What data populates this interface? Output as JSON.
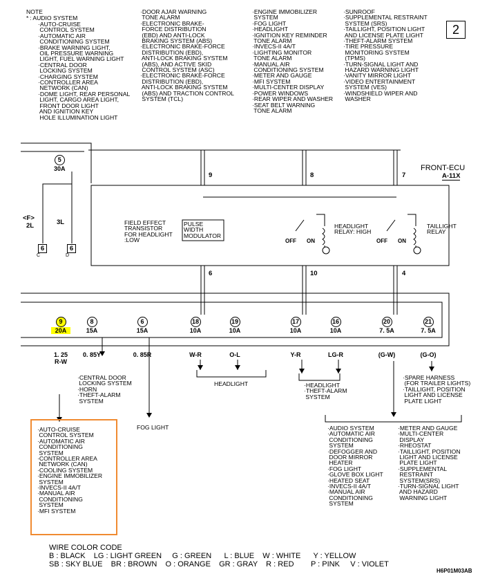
{
  "page_number": "2",
  "note": {
    "title": "NOTE",
    "star_line": "* : AUDIO SYSTEM",
    "col1": [
      "AUTO-CRUISE\nCONTROL SYSTEM",
      "AUTOMATIC AIR\nCONDITIONING SYSTEM",
      "BRAKE WARNING LIGHT,\nOIL PRESSURE WARNING\nLIGHT, FUEL WARNING LIGHT",
      "CENTRAL DOOR\nLOCKING SYSTEM",
      "CHARGING SYSTEM",
      "CONTROLLER AREA\nNETWORK (CAN)",
      "DOME LIGHT, REAR PERSONAL\nLIGHT, CARGO AREA LIGHT,\nFRONT DOOR LIGHT\nAND IGNITION KEY\nHOLE ILLUMINATION LIGHT"
    ],
    "col2": [
      "DOOR AJAR WARNING\nTONE ALARM",
      "ELECTRONIC BRAKE-\nFORCE DISTRIBUTION\n(EBD) AND ANTI-LOCK\nBRAKING SYSTEM (ABS)",
      "ELECTRONIC BRAKE-FORCE\nDISTRIBUTION (EBD),\nANTI-LOCK BRAKING SYSTEM\n(ABS), AND ACTIVE SKID\nCONTROL SYSTEM (ASC)",
      "ELECTRONIC BRAKE-FORCE\nDISTRIBUTION (EBD),\nANTI-LOCK BRAKING SYSTEM\n(ABS) AND TRACTION CONTROL\nSYSTEM (TCL)"
    ],
    "col3": [
      "ENGINE IMMOBILIZER\nSYSTEM",
      "FOG LIGHT",
      "HEADLIGHT",
      "IGNITION KEY REMINDER\nTONE ALARM",
      "INVECS-II 4A/T",
      "LIGHTING MONITOR\nTONE ALARM",
      "MANUAL AIR\nCONDITIONING SYSTEM",
      "METER AND GAUGE",
      "MFI SYSTEM",
      "MULTI-CENTER DISPLAY",
      "POWER WINDOWS",
      "REAR WIPER AND WASHER",
      "SEAT BELT WARNING\nTONE ALARM"
    ],
    "col4": [
      "SUNROOF",
      "SUPPLEMENTAL RESTRAINT\nSYSTEM (SRS)",
      "TAILLIGHT, POSITION LIGHT\nAND LICENSE PLATE LIGHT",
      "THEFT-ALARM SYSTEM",
      "TIRE PRESSURE\nMONITORING SYSTEM\n(TPMS)",
      "TURN-SIGNAL LIGHT AND\nHAZARD WARNING LIGHT",
      "VANITY MIRROR LIGHT",
      "VIDEO ENTERTAINMENT\nSYSTEM (VES)",
      "WINDSHIELD WIPER AND\nWASHER"
    ]
  },
  "ecu": {
    "name": "FRONT-ECU",
    "connector": "A-11X",
    "pins_top": [
      "9",
      "8",
      "7"
    ],
    "pins_bottom": [
      "6",
      "10",
      "4"
    ],
    "fet_label": "FIELD EFFECT\nTRANSISTOR\nFOR HEADLIGHT\n:LOW",
    "pwm_label": "PULSE\nWIDTH\nMODULATOR",
    "relay1_label": "HEADLIGHT\nRELAY: HIGH",
    "relay2_label": "TAILLIGHT\nRELAY",
    "off": "OFF",
    "on": "ON"
  },
  "top_fuse": {
    "num": "5",
    "amp": "30A"
  },
  "left": {
    "f_label": "<F>",
    "f_wire": "2L",
    "wire_3l": "3L",
    "conn1_num": "6",
    "conn1_letter": "C",
    "conn2_num": "6",
    "conn2_letter": "D"
  },
  "fuses": [
    {
      "num": "9",
      "amp": "20A",
      "wire": "1. 25\nR-W",
      "highlight": true
    },
    {
      "num": "8",
      "amp": "15A",
      "wire": "0. 85Y"
    },
    {
      "num": "6",
      "amp": "15A",
      "wire": "0. 85R"
    },
    {
      "num": "18",
      "amp": "10A",
      "wire": "W-R"
    },
    {
      "num": "19",
      "amp": "10A",
      "wire": "O-L"
    },
    {
      "num": "17",
      "amp": "10A",
      "wire": "Y-R"
    },
    {
      "num": "16",
      "amp": "10A",
      "wire": "LG-R"
    },
    {
      "num": "20",
      "amp": "7. 5A",
      "wire": "(G-W)"
    },
    {
      "num": "21",
      "amp": "7. 5A",
      "wire": "(G-O)"
    }
  ],
  "dest": {
    "fuse8": [
      "CENTRAL DOOR\nLOCKING SYSTEM",
      "HORN",
      "THEFT-ALARM\nSYSTEM"
    ],
    "fog": "FOG LIGHT",
    "headlight": "HEADLIGHT",
    "fuse17": [
      "HEADLIGHT",
      "THEFT-ALARM\nSYSTEM"
    ],
    "fuse21": [
      "SPARE HARNESS\n(FOR TRAILER LIGHTS)",
      "TAILLIGHT, POSITION\nLIGHT AND LICENSE\nPLATE LIGHT"
    ],
    "fuse9_box": [
      "AUTO-CRUISE\nCONTROL SYSTEM",
      "AUTOMATIC AIR\nCONDITIONING\nSYSTEM",
      "CONTROLLER AREA\nNETWORK (CAN)",
      "COOLING SYSTEM",
      "ENGINE IMMOBILIZER\nSYSTEM",
      "INVECS-II 4A/T",
      "MANUAL AIR\nCONDITIONING\nSYSTEM",
      "MFI SYSTEM"
    ],
    "fuse20_col1": [
      "AUDIO SYSTEM",
      "AUTOMATIC AIR\nCONDITIONING\nSYSTEM",
      "DEFOGGER AND\nDOOR MIRROR\nHEATER",
      "FOG LIGHT",
      "GLOVE BOX LIGHT",
      "HEATED SEAT",
      "INVECS-II 4A/T",
      "MANUAL AIR\nCONDITIONING\nSYSTEM"
    ],
    "fuse20_col2": [
      "METER AND GAUGE",
      "MULTI-CENTER\nDISPLAY",
      "RHEOSTAT",
      "TAILLIGHT, POSITION\nLIGHT AND LICENSE\nPLATE LIGHT",
      "SUPPLEMENTAL\nRESTRAINT\nSYSTEM(SRS)",
      "TURN-SIGNAL LIGHT\nAND HAZARD\nWARNING LIGHT"
    ]
  },
  "legend": {
    "title": "WIRE COLOR CODE",
    "line1": "B : BLACK    LG : LIGHT GREEN     G : GREEN      L : BLUE    W : WHITE      Y : YELLOW",
    "line2": "SB : SKY BLUE    BR : BROWN    O : ORANGE    GR : GRAY    R : RED        P : PINK     V : VIOLET"
  },
  "figure_id": "H6P01M03AB"
}
